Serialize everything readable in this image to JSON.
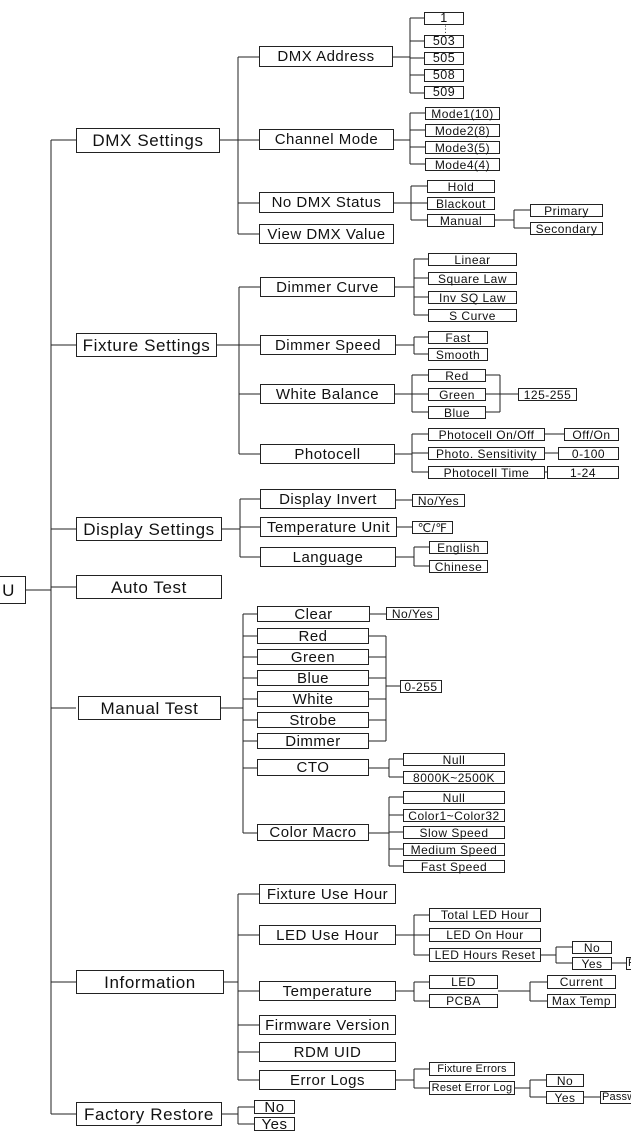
{
  "root": "U",
  "dmx_settings": {
    "label": "DMX Settings",
    "dmx_address": {
      "label": "DMX Address",
      "values": [
        "1",
        "503",
        "505",
        "508",
        "509"
      ],
      "ellipsis": "⋮"
    },
    "channel_mode": {
      "label": "Channel Mode",
      "modes": [
        "Mode1(10)",
        "Mode2(8)",
        "Mode3(5)",
        "Mode4(4)"
      ]
    },
    "no_dmx_status": {
      "label": "No DMX Status",
      "options": [
        "Hold",
        "Blackout",
        "Manual"
      ],
      "manual_options": [
        "Primary",
        "Secondary"
      ]
    },
    "view_dmx_value": "View DMX Value"
  },
  "fixture_settings": {
    "label": "Fixture Settings",
    "dimmer_curve": {
      "label": "Dimmer Curve",
      "options": [
        "Linear",
        "Square Law",
        "Inv SQ Law",
        "S Curve"
      ]
    },
    "dimmer_speed": {
      "label": "Dimmer Speed",
      "options": [
        "Fast",
        "Smooth"
      ]
    },
    "white_balance": {
      "label": "White Balance",
      "options": [
        "Red",
        "Green",
        "Blue"
      ],
      "range": "125-255"
    },
    "photocell": {
      "label": "Photocell",
      "options": [
        "Photocell On/Off",
        "Photo. Sensitivity",
        "Photocell Time"
      ],
      "values": [
        "Off/On",
        "0-100",
        "1-24"
      ]
    }
  },
  "display_settings": {
    "label": "Display Settings",
    "display_invert": {
      "label": "Display Invert",
      "value": "No/Yes"
    },
    "temperature_unit": {
      "label": "Temperature Unit",
      "value": "℃/℉"
    },
    "language": {
      "label": "Language",
      "options": [
        "English",
        "Chinese"
      ]
    }
  },
  "auto_test": "Auto Test",
  "manual_test": {
    "label": "Manual Test",
    "clear": {
      "label": "Clear",
      "value": "No/Yes"
    },
    "channels": [
      "Red",
      "Green",
      "Blue",
      "White",
      "Strobe",
      "Dimmer"
    ],
    "channel_range": "0-255",
    "cto": {
      "label": "CTO",
      "options": [
        "Null",
        "8000K~2500K"
      ]
    },
    "color_macro": {
      "label": "Color Macro",
      "options": [
        "Null",
        "Color1~Color32",
        "Slow Speed",
        "Medium Speed",
        "Fast Speed"
      ]
    }
  },
  "information": {
    "label": "Information",
    "fixture_use_hour": "Fixture Use Hour",
    "led_use_hour": {
      "label": "LED Use Hour",
      "options": [
        "Total LED Hour",
        "LED On Hour",
        "LED Hours Reset"
      ],
      "reset_options": [
        "No",
        "Yes"
      ],
      "reset_tail": "P"
    },
    "temperature": {
      "label": "Temperature",
      "sensors": [
        "LED",
        "PCBA"
      ],
      "readouts": [
        "Current",
        "Max Temp"
      ]
    },
    "firmware_version": "Firmware Version",
    "rdm_uid": "RDM UID",
    "error_logs": {
      "label": "Error Logs",
      "options": [
        "Fixture Errors",
        "Reset Error Log"
      ],
      "reset_options": [
        "No",
        "Yes"
      ],
      "reset_tail": "Passw"
    }
  },
  "factory_restore": {
    "label": "Factory Restore",
    "options": [
      "No",
      "Yes"
    ]
  }
}
